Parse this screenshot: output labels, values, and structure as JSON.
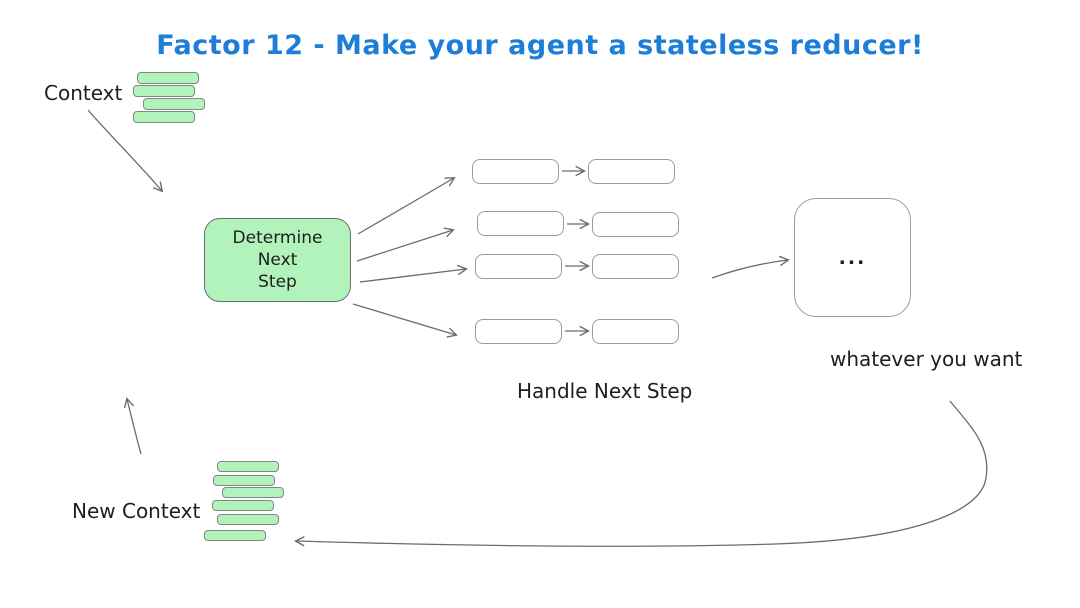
{
  "title": {
    "text": "Factor 12 - Make your agent a stateless reducer!",
    "color": "#1c7ed6"
  },
  "labels": {
    "context": "Context",
    "new_context": "New Context",
    "handle_next_step": "Handle Next Step",
    "whatever_you_want": "whatever you want"
  },
  "determine_box": {
    "lines": [
      "Determine",
      "Next",
      "Step"
    ]
  },
  "big_box": {
    "ellipsis": "..."
  },
  "colors": {
    "background": "#ffffff",
    "title_blue": "#1c7ed6",
    "stack_fill": "#b2f2bb",
    "stack_stroke": "#7f8a80",
    "box_stroke": "#9b9b9b",
    "arrow_stroke": "#6b6b6b",
    "text": "#1e1e1e"
  },
  "structure": {
    "context_stack_bars": 4,
    "new_context_stack_bars": 6,
    "handler_rows": 4
  }
}
